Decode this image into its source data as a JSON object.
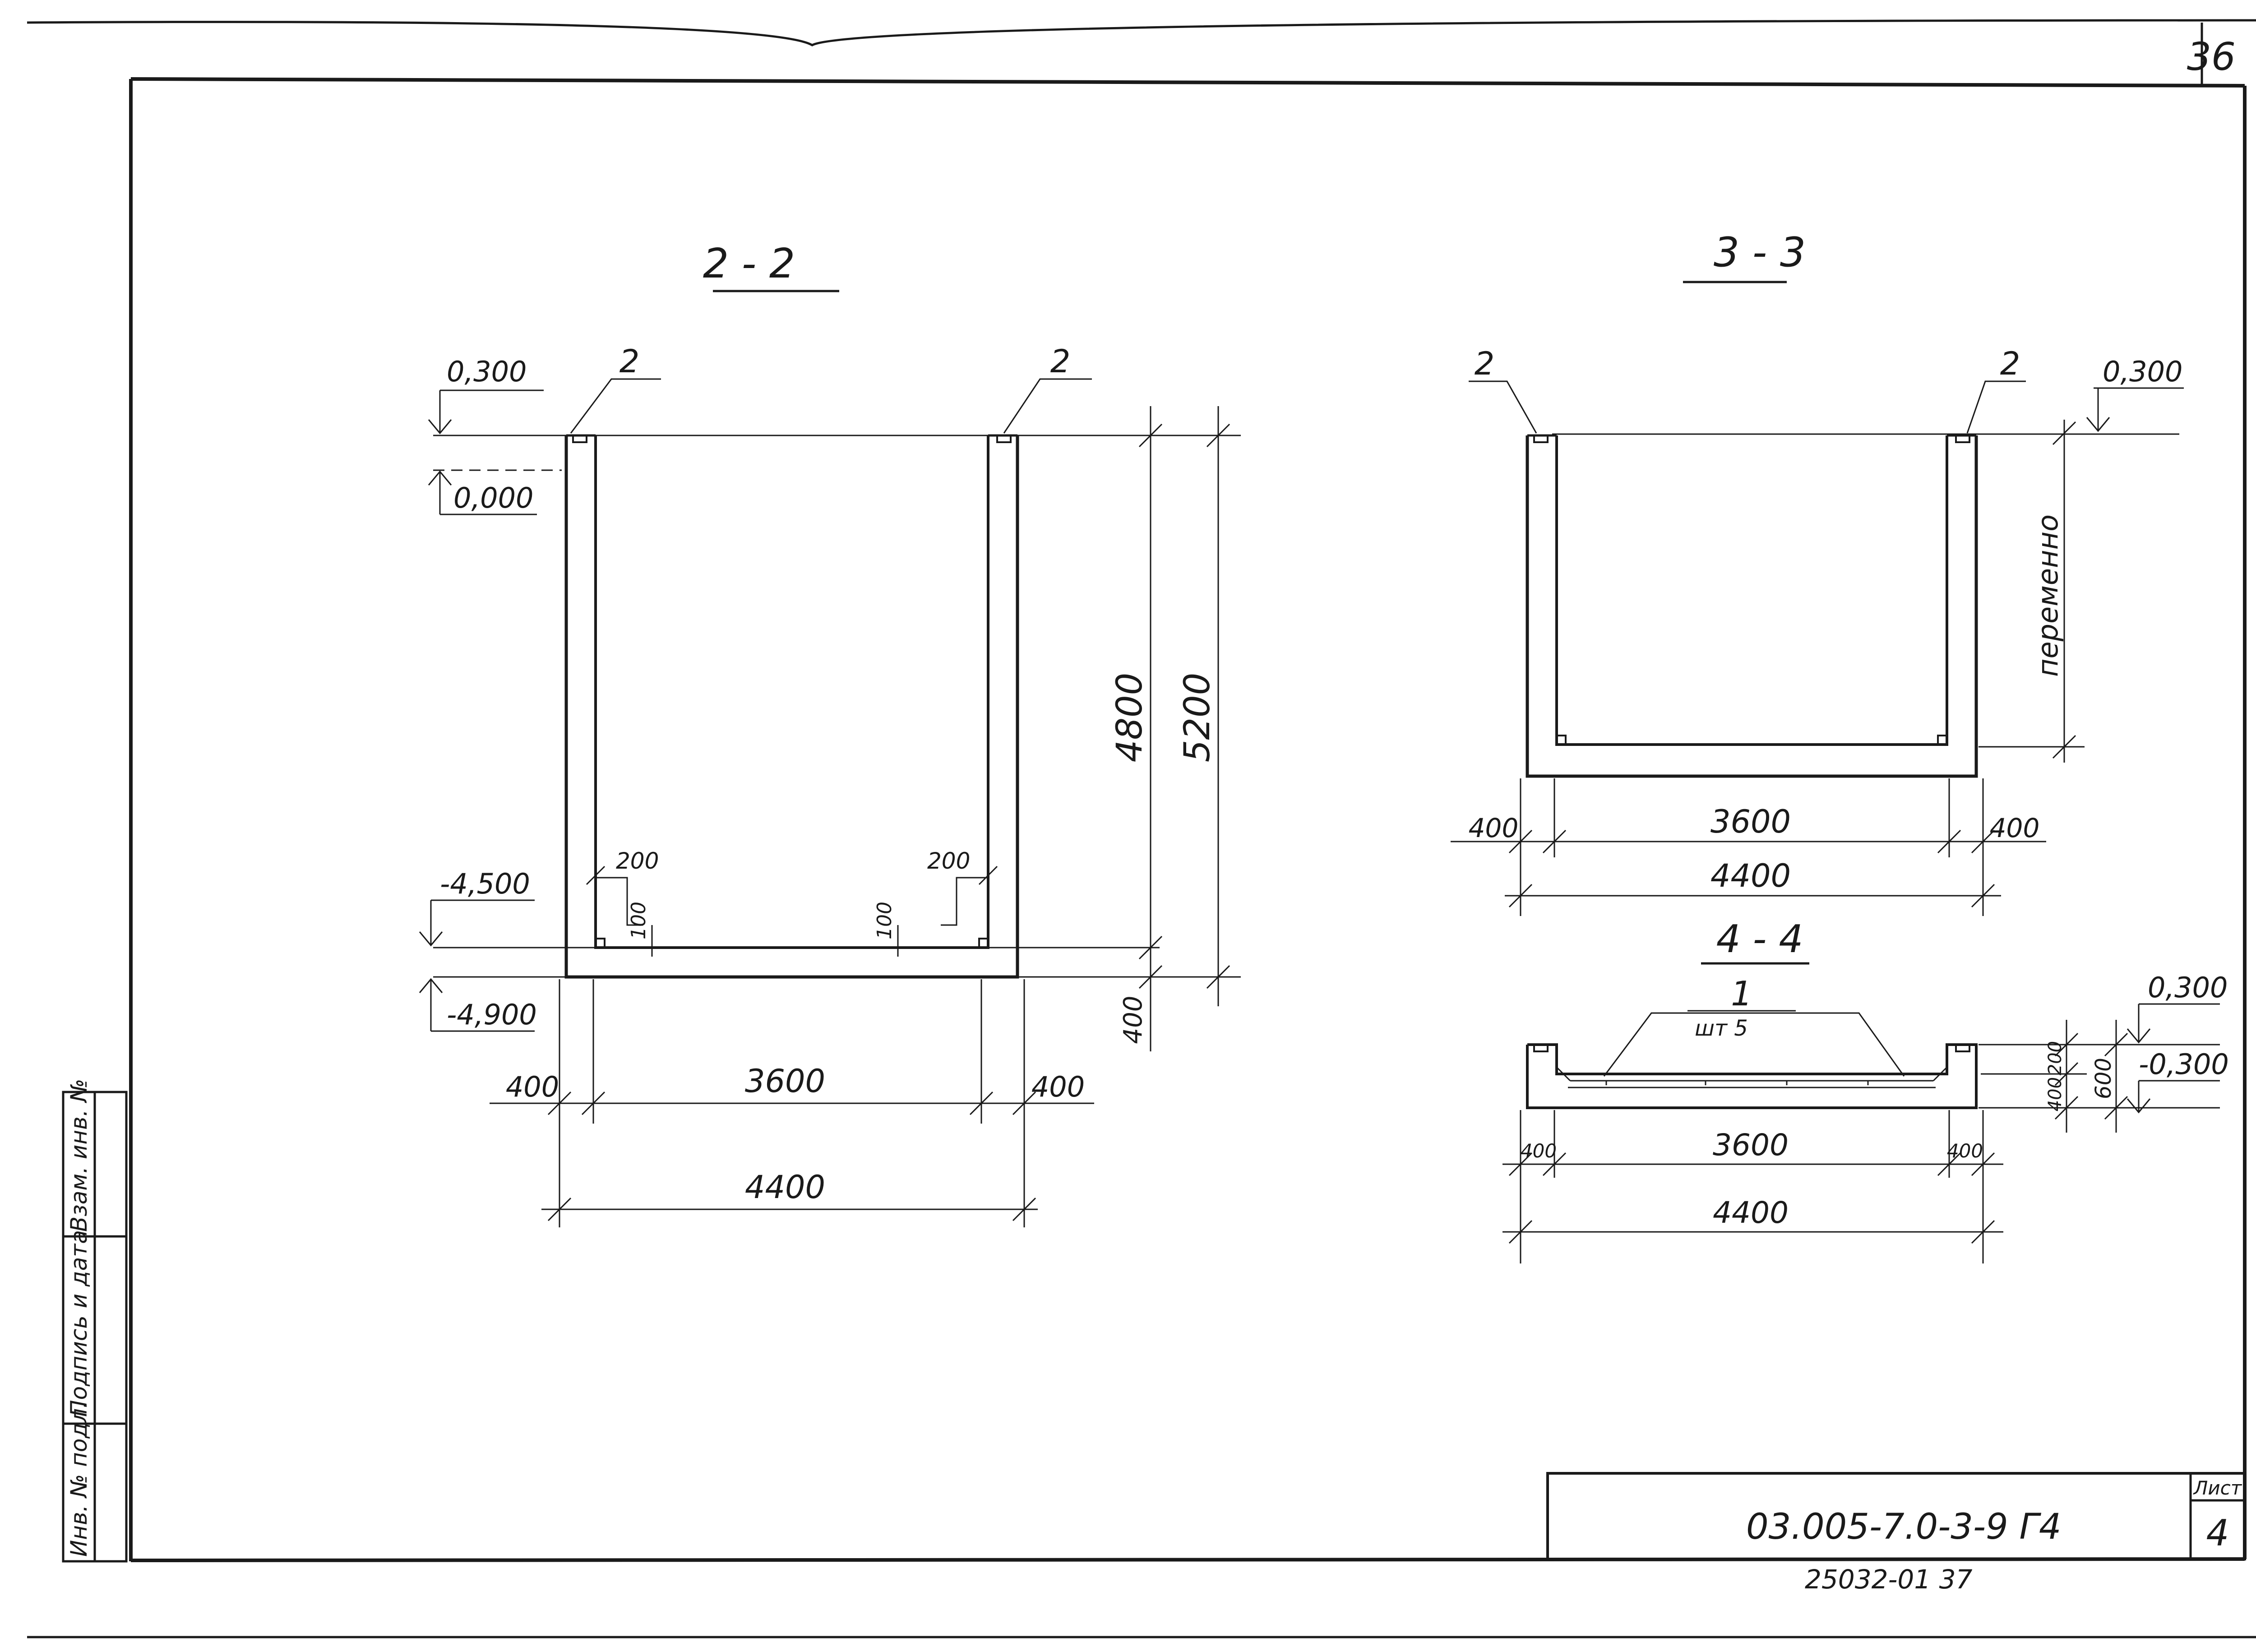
{
  "sheet": {
    "corner_number": "36",
    "designation": "03.005-7.0-3-9  Г4",
    "sheet_label": "Лист",
    "sheet_number": "4",
    "archive_code": "25032-01   37"
  },
  "side_stamp": {
    "inv_no": "Инв. № подл.",
    "signature_date": "Подпись и дата",
    "replaced_inv": "Взам. инв. №"
  },
  "section_2_2": {
    "title": "2 - 2",
    "mark_left": "2",
    "mark_right": "2",
    "level_top": "0,300",
    "level_zero": "0,000",
    "level_inner_bottom": "-4,500",
    "level_bottom": "-4,900",
    "dim_4800": "4800",
    "dim_5200": "5200",
    "dim_400_vert": "400",
    "dim_200_left": "200",
    "dim_200_right": "200",
    "dim_100_left": "100",
    "dim_100_right": "100",
    "dim_400_left": "400",
    "dim_3600": "3600",
    "dim_400_right": "400",
    "dim_4400": "4400"
  },
  "section_3_3": {
    "title": "3 - 3",
    "mark_left": "2",
    "mark_right": "2",
    "level_top": "0,300",
    "variable_label": "переменно",
    "dim_400_left": "400",
    "dim_3600": "3600",
    "dim_400_right": "400",
    "dim_4400": "4400"
  },
  "section_4_4": {
    "title": "4 - 4",
    "mark": "1",
    "qty": "шт 5",
    "level_top": "0,300",
    "level_minus": "-0,300",
    "dim_400_vert": "400",
    "dim_200_vert": "200",
    "dim_600": "600",
    "dim_400_left": "400",
    "dim_3600": "3600",
    "dim_400_right": "400",
    "dim_4400": "4400"
  }
}
